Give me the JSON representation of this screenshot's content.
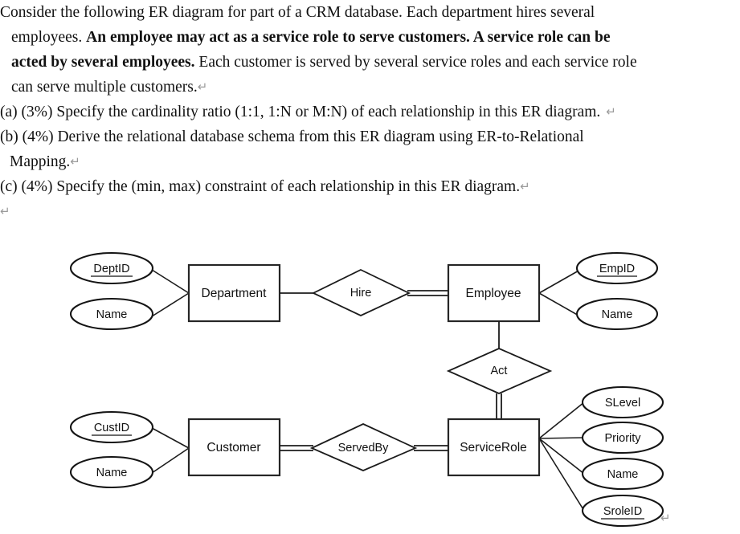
{
  "question": {
    "intro_lines": [
      {
        "segments": [
          {
            "text": "Consider the following ER diagram for part of a CRM database. Each department hires several",
            "bold": false
          }
        ],
        "indent": false,
        "pilcrow": false
      },
      {
        "segments": [
          {
            "text": "employees. ",
            "bold": false
          },
          {
            "text": "An employee may act as a service role to serve customers. A service role can be",
            "bold": true
          }
        ],
        "indent": true,
        "pilcrow": false
      },
      {
        "segments": [
          {
            "text": "acted by several employees.",
            "bold": true
          },
          {
            "text": " Each customer is served by several service roles and each service role",
            "bold": false
          }
        ],
        "indent": true,
        "pilcrow": false
      },
      {
        "segments": [
          {
            "text": "can serve multiple customers.",
            "bold": false
          }
        ],
        "indent": true,
        "pilcrow": true
      }
    ],
    "sub_questions": [
      {
        "segments": [
          {
            "text": "(a) (3%) Specify the cardinality ratio (1:1, 1:N or M:N) of each relationship in this ER diagram.",
            "bold": false
          }
        ],
        "indent": false,
        "pilcrow": true,
        "pilcrow_gap": true
      },
      {
        "segments": [
          {
            "text": "(b) (4%) Derive the relational database schema from this ER diagram using ER-to-Relational",
            "bold": false
          }
        ],
        "indent": false,
        "pilcrow": false
      },
      {
        "segments": [
          {
            "text": "Mapping.",
            "bold": false
          }
        ],
        "indent": true,
        "pilcrow": true
      },
      {
        "segments": [
          {
            "text": "(c) (4%) Specify the (min, max) constraint of each relationship in this ER diagram.",
            "bold": false
          }
        ],
        "indent": false,
        "pilcrow": true
      },
      {
        "segments": [],
        "indent": false,
        "pilcrow": true
      }
    ],
    "pilcrow_glyph": "↵"
  },
  "diagram": {
    "entities": [
      {
        "id": "department",
        "label": "Department"
      },
      {
        "id": "employee",
        "label": "Employee"
      },
      {
        "id": "customer",
        "label": "Customer"
      },
      {
        "id": "servicerole",
        "label": "ServiceRole"
      }
    ],
    "relationships": [
      {
        "id": "hire",
        "label": "Hire"
      },
      {
        "id": "act",
        "label": "Act"
      },
      {
        "id": "servedby",
        "label": "ServedBy"
      }
    ],
    "attributes": [
      {
        "id": "dept-deptid",
        "label": "DeptID",
        "owner": "department",
        "key": true
      },
      {
        "id": "dept-name",
        "label": "Name",
        "owner": "department",
        "key": false
      },
      {
        "id": "emp-empid",
        "label": "EmpID",
        "owner": "employee",
        "key": true
      },
      {
        "id": "emp-name",
        "label": "Name",
        "owner": "employee",
        "key": false
      },
      {
        "id": "cust-custid",
        "label": "CustID",
        "owner": "customer",
        "key": true
      },
      {
        "id": "cust-name",
        "label": "Name",
        "owner": "customer",
        "key": false
      },
      {
        "id": "srole-slevel",
        "label": "SLevel",
        "owner": "servicerole",
        "key": false
      },
      {
        "id": "srole-priority",
        "label": "Priority",
        "owner": "servicerole",
        "key": false
      },
      {
        "id": "srole-name",
        "label": "Name",
        "owner": "servicerole",
        "key": false
      },
      {
        "id": "srole-sroleid",
        "label": "SroleID",
        "owner": "servicerole",
        "key": true
      }
    ],
    "connections": [
      {
        "id": "department-hire",
        "from": "department",
        "to": "hire",
        "participation": "partial"
      },
      {
        "id": "hire-employee",
        "from": "hire",
        "to": "employee",
        "participation": "total"
      },
      {
        "id": "employee-act",
        "from": "employee",
        "to": "act",
        "participation": "partial"
      },
      {
        "id": "act-servicerole",
        "from": "act",
        "to": "servicerole",
        "participation": "total"
      },
      {
        "id": "customer-servedby",
        "from": "customer",
        "to": "servedby",
        "participation": "total"
      },
      {
        "id": "servedby-servicerole",
        "from": "servedby",
        "to": "servicerole",
        "participation": "total"
      }
    ],
    "colors": {
      "stroke": "#1b1b1b",
      "fill": "#ffffff",
      "text": "#111111"
    },
    "trailing_pilcrow": "↵"
  }
}
